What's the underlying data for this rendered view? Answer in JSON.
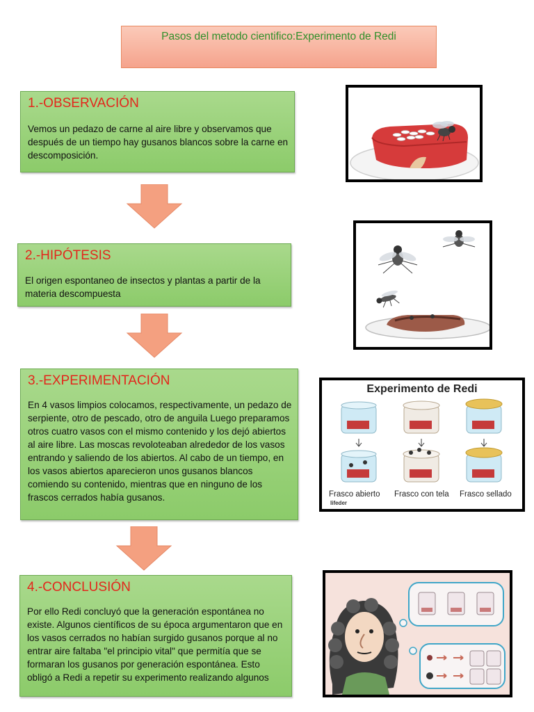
{
  "title": "Pasos del metodo cientifico:Experimento de Redi",
  "steps": [
    {
      "heading": "1.-OBSERVACIÓN",
      "text": "Vemos un pedazo de carne al aire libre y observamos que después de un tiempo hay gusanos blancos sobre la carne en descomposición."
    },
    {
      "heading": "2.-HIPÓTESIS",
      "text": "El origen espontaneo de insectos y plantas a partir de la materia descompuesta"
    },
    {
      "heading": "3.-EXPERIMENTACIÓN",
      "text": "En 4 vasos limpios colocamos, respectivamente, un pedazo de serpiente, otro de pescado, otro de anguila Luego preparamos otros cuatro vasos con el mismo contenido y los dejó abiertos al aire libre. Las moscas revoloteaban alrededor de los vasos entrando y saliendo de los abiertos. Al cabo de un tiempo, en los vasos abiertos aparecieron unos gusanos blancos comiendo su contenido, mientras que en ninguno de los frascos cerrados había gusanos."
    },
    {
      "heading": "4.-CONCLUSIÓN",
      "text": "Por ello Redi concluyó que la generación espontánea no existe. Algunos científicos de su época argumentaron que en los vasos cerrados no habían surgido gusanos porque al no entrar aire faltaba \"el principio vital\" que permitía que se formaran los gusanos por generación espontánea. Esto obligó a Redi a repetir su experimento realizando algunos"
    }
  ],
  "redi_figure": {
    "title": "Experimento de Redi",
    "labels": [
      "Frasco abierto",
      "Frasco con tela",
      "Frasco sellado"
    ],
    "logo": "lifeder"
  },
  "colors": {
    "step_fill": "#98d17a",
    "heading": "#e3261b",
    "title_text": "#2f8f2a",
    "arrow": "#f4a080",
    "title_fill": "#f8b6a0"
  },
  "icons": [
    "meat-with-maggots-and-fly-illustration",
    "flies-over-meat-illustration",
    "redi-jars-illustration",
    "redi-scientist-cartoon"
  ]
}
